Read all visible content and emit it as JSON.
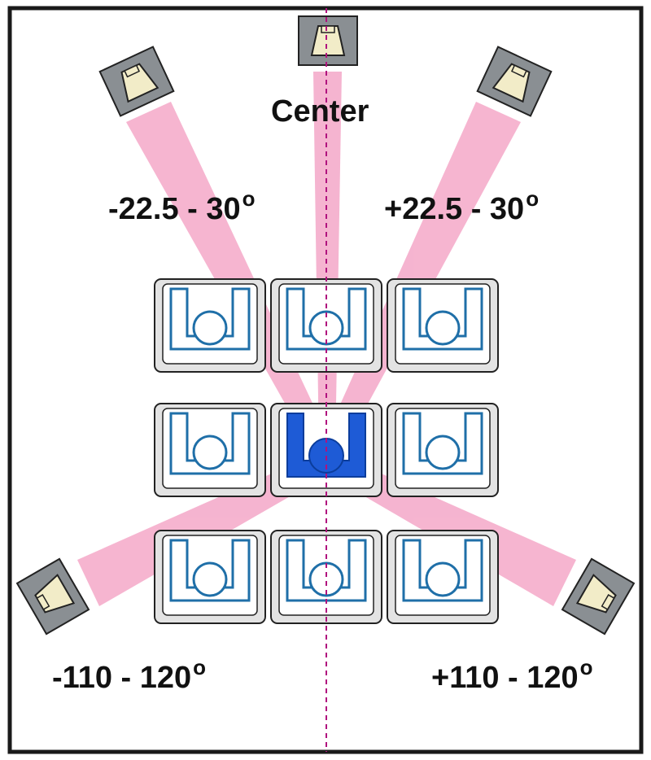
{
  "labels": {
    "center": "Center",
    "front_left": "-22.5 - 30",
    "front_right": "+22.5 - 30",
    "surround_left": "-110 - 120",
    "surround_right": "+110 - 120",
    "degree_symbol": "o"
  },
  "colors": {
    "room_border": "#1a1a1a",
    "beam": "#f4a8c8",
    "speaker_body": "#8a8f93",
    "speaker_cone": "#f2ecc8",
    "seat_fill": "#e3e3e3",
    "seat_outline": "#1f6fa8",
    "listener_seat": "#1e5bd6",
    "center_line": "#b0127e"
  },
  "speakers": [
    {
      "id": "center",
      "icon": "speaker-icon"
    },
    {
      "id": "front-left",
      "icon": "speaker-icon"
    },
    {
      "id": "front-right",
      "icon": "speaker-icon"
    },
    {
      "id": "surround-left",
      "icon": "speaker-icon"
    },
    {
      "id": "surround-right",
      "icon": "speaker-icon"
    }
  ],
  "seating": {
    "rows": 3,
    "cols": 3,
    "listener_position": "middle-center",
    "seat_icon": "theater-seat-icon"
  }
}
